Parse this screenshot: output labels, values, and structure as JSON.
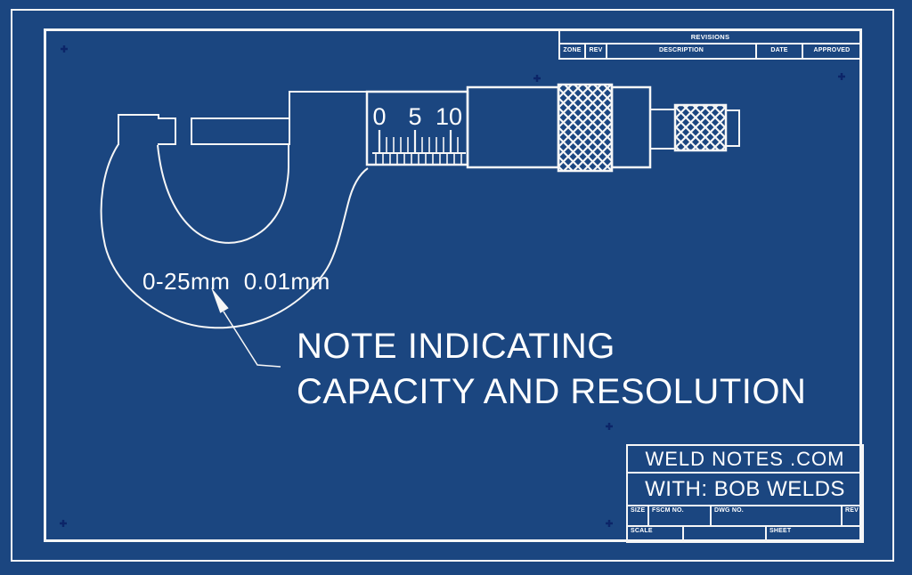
{
  "colors": {
    "background": "#1b4680",
    "line": "#f6f6f6",
    "text": "#ffffff",
    "registration_mark": "#0c2568"
  },
  "revisions_table": {
    "title": "REVISIONS",
    "columns": [
      "ZONE",
      "REV",
      "DESCRIPTION",
      "DATE",
      "APPROVED"
    ]
  },
  "title_block": {
    "company": "WELD NOTES .COM",
    "byline": "WITH: BOB WELDS",
    "fields": {
      "size": "SIZE",
      "fscm": "FSCM NO.",
      "dwg": "DWG NO.",
      "rev": "REV",
      "scale": "SCALE",
      "sheet": "SHEET"
    }
  },
  "drawing": {
    "subject": "outside micrometer",
    "capacity_note": "0-25mm  0.01mm",
    "note_line1": "NOTE INDICATING",
    "note_line2": "CAPACITY AND RESOLUTION",
    "scale_numbers": [
      "0",
      "5",
      "10"
    ]
  }
}
